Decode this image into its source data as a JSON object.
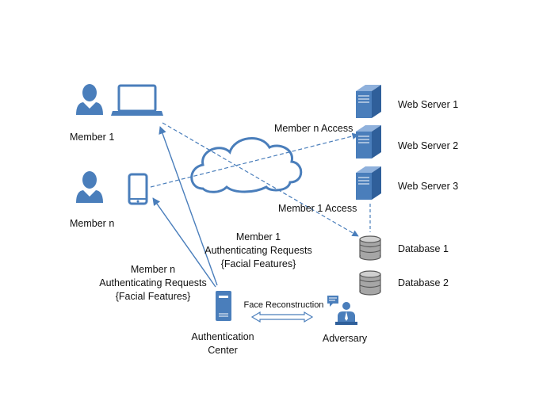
{
  "colors": {
    "accent": "#4a7ebb",
    "icon_fill": "#4a7ebb",
    "database_fill": "#a6a6a6",
    "text": "#111111"
  },
  "members": {
    "member1": {
      "label": "Member 1",
      "icons": [
        "person-icon",
        "laptop-icon"
      ]
    },
    "membern": {
      "label": "Member n",
      "icons": [
        "person-icon",
        "smartphone-icon"
      ]
    }
  },
  "servers": [
    {
      "label": "Web Server 1",
      "icon": "server-icon"
    },
    {
      "label": "Web Server 2",
      "icon": "server-icon"
    },
    {
      "label": "Web Server 3",
      "icon": "server-icon"
    }
  ],
  "databases": [
    {
      "label": "Database 1",
      "icon": "database-icon"
    },
    {
      "label": "Database 2",
      "icon": "database-icon"
    }
  ],
  "cloud": {
    "icon": "cloud-icon"
  },
  "access_labels": {
    "membern_access": "Member n Access",
    "member1_access": "Member 1 Access"
  },
  "auth_requests": {
    "member1": {
      "line1": "Member 1",
      "line2": "Authenticating Requests",
      "line3": "{Facial Features}"
    },
    "membern": {
      "line1": "Member n",
      "line2": "Authenticating Requests",
      "line3": "{Facial Features}"
    }
  },
  "auth_center": {
    "line1": "Authentication",
    "line2": "Center",
    "icon": "server-tower-icon"
  },
  "adversary": {
    "label": "Adversary",
    "icon": "adversary-icon"
  },
  "face_reconstruction": {
    "label": "Face Reconstruction"
  }
}
